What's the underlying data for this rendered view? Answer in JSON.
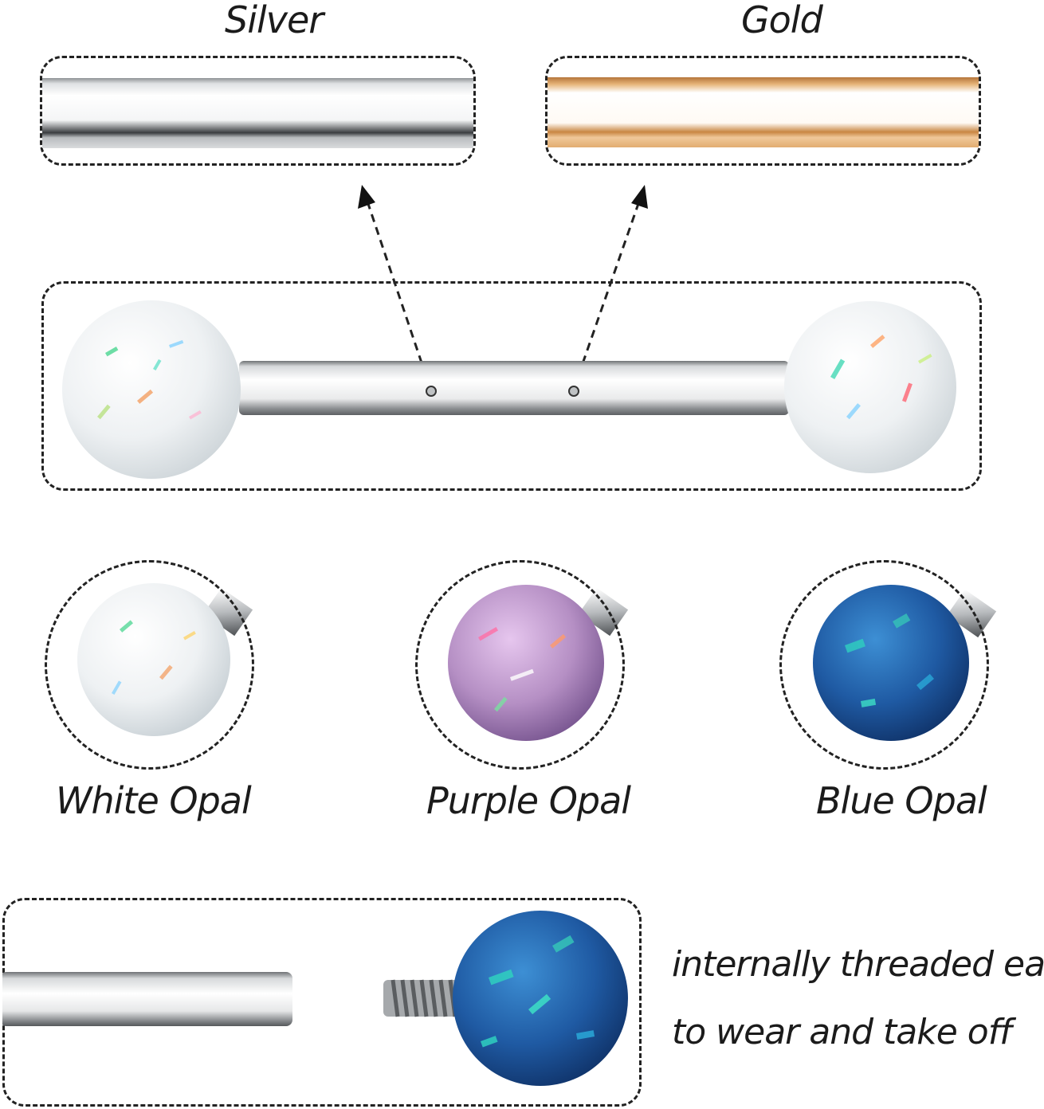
{
  "finish_options": {
    "silver": {
      "label": "Silver",
      "color": "#c9cbcd"
    },
    "gold": {
      "label": "Gold",
      "color": "#e0a968"
    }
  },
  "opal_options": [
    {
      "label": "White Opal",
      "color": "#e9ecee"
    },
    {
      "label": "Purple Opal",
      "color": "#b58fc4"
    },
    {
      "label": "Blue Opal",
      "color": "#1f5aa3"
    }
  ],
  "feature": {
    "line1": "internally threaded easy",
    "line2": "to wear and take off"
  }
}
